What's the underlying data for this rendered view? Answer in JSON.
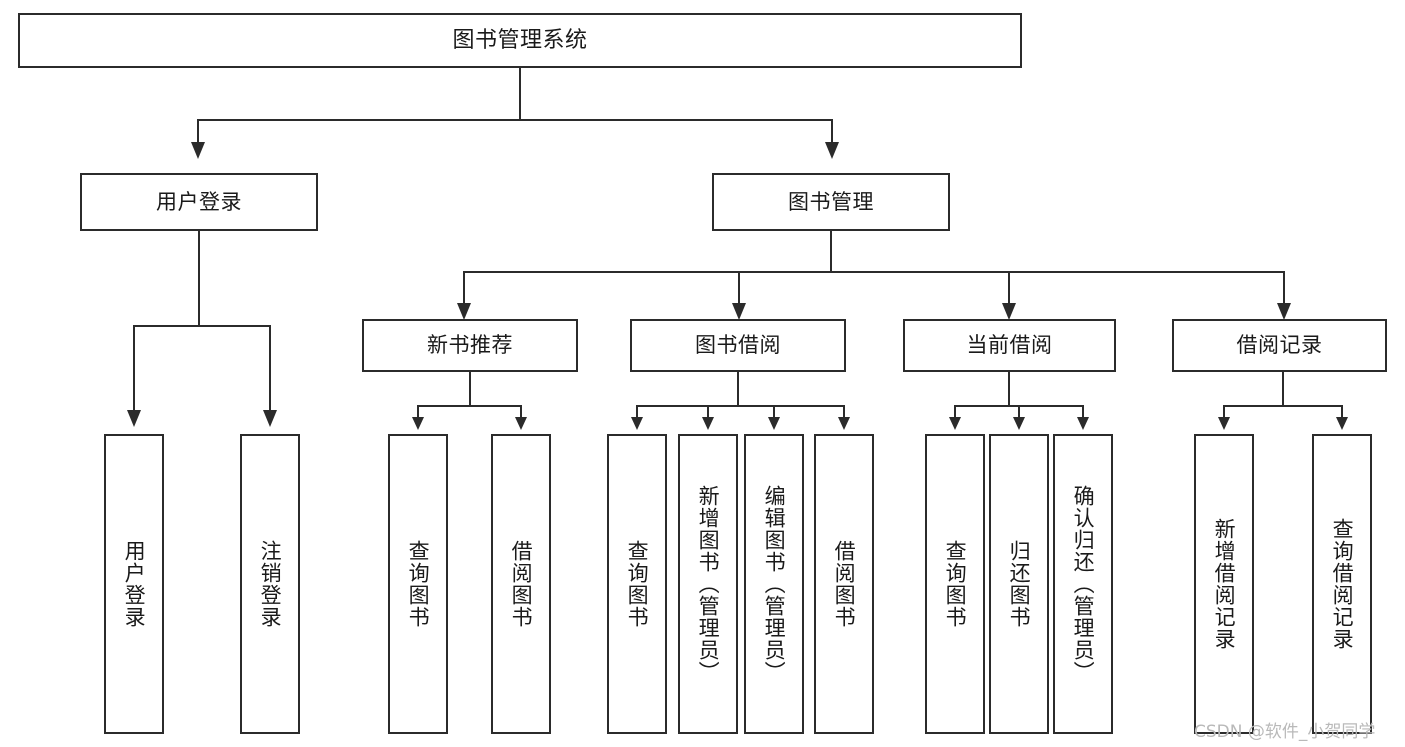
{
  "diagram": {
    "type": "tree-hierarchy",
    "title": "图书管理系统",
    "watermark": "CSDN @软件_小贺同学",
    "colors": {
      "stroke": "#2b2b2b",
      "fill": "#ffffff",
      "text": "#1a1a1a",
      "watermark": "#b9b9b9"
    },
    "nodes": {
      "root": {
        "label": "图书管理系统"
      },
      "level1": [
        {
          "label": "用户登录"
        },
        {
          "label": "图书管理"
        }
      ],
      "level2": [
        {
          "label": "新书推荐"
        },
        {
          "label": "图书借阅"
        },
        {
          "label": "当前借阅"
        },
        {
          "label": "借阅记录"
        }
      ],
      "leaves": {
        "user_login": [
          {
            "label": "用户登录"
          },
          {
            "label": "注销登录"
          }
        ],
        "new_book_recommend": [
          {
            "label": "查询图书"
          },
          {
            "label": "借阅图书"
          }
        ],
        "book_borrow": [
          {
            "label": "查询图书"
          },
          {
            "label": "新增图书（管理员）"
          },
          {
            "label": "编辑图书（管理员）"
          },
          {
            "label": "借阅图书"
          }
        ],
        "current_borrow": [
          {
            "label": "查询图书"
          },
          {
            "label": "归还图书"
          },
          {
            "label": "确认归还（管理员）"
          }
        ],
        "borrow_records": [
          {
            "label": "新增借阅记录"
          },
          {
            "label": "查询借阅记录"
          }
        ]
      }
    }
  }
}
